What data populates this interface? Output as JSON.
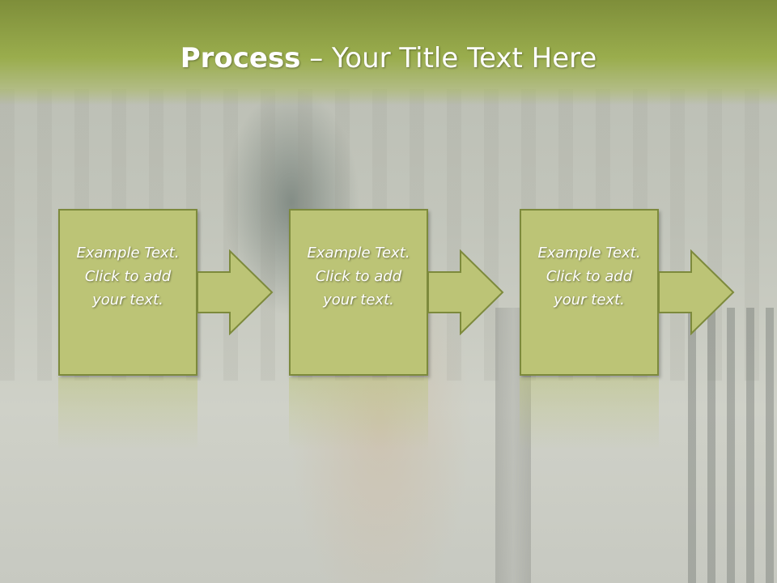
{
  "slide": {
    "title_bold": "Process",
    "title_rest": " – Your Title Text Here"
  },
  "process": {
    "steps": [
      {
        "text": "Example Text.\nClick  to add\nyour text."
      },
      {
        "text": "Example Text.\nClick  to add\nyour text."
      },
      {
        "text": "Example Text.\nClick  to add\nyour text."
      }
    ]
  },
  "colors": {
    "banner": "#9aad4d",
    "box_fill": "#bcc476",
    "box_border": "#7d8a3c"
  }
}
